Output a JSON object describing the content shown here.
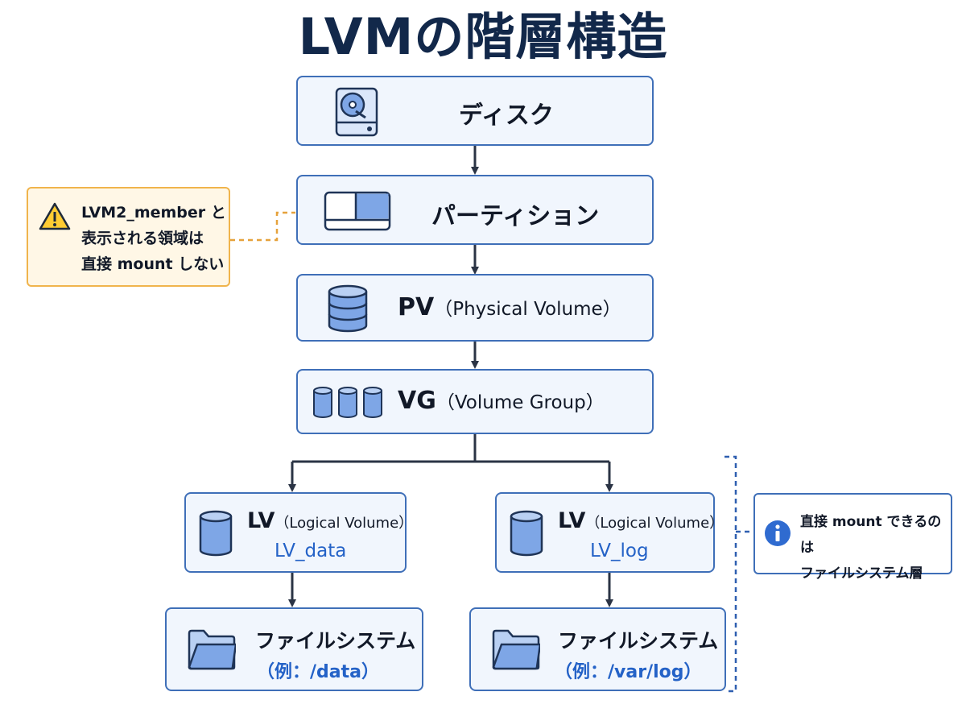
{
  "title": "LVMの階層構造",
  "layers": {
    "disk": {
      "label": "ディスク"
    },
    "partition": {
      "label": "パーティション"
    },
    "pv": {
      "label": "PV",
      "sub": "（Physical Volume）"
    },
    "vg": {
      "label": "VG",
      "sub": "（Volume Group）"
    }
  },
  "lvs": [
    {
      "label": "LV",
      "sub": "（Logical Volume）",
      "name": "LV_data",
      "fs_label": "ファイルシステム",
      "fs_example": "（例：/data）"
    },
    {
      "label": "LV",
      "sub": "（Logical Volume）",
      "name": "LV_log",
      "fs_label": "ファイルシステム",
      "fs_example": "（例：/var/log）"
    }
  ],
  "callouts": {
    "warning": {
      "icon": "warning-icon",
      "lines": [
        "LVM2_member と",
        "表示される領域は",
        "直接 mount しない"
      ]
    },
    "info": {
      "icon": "info-icon",
      "lines": [
        "直接 mount できるのは",
        "ファイルシステム層"
      ]
    }
  },
  "colors": {
    "box_border": "#3f6fb8",
    "box_fill": "#f1f6fd",
    "icon_fill": "#7ea6e6",
    "connector": "#2b3445",
    "warning_border": "#f0b44c",
    "warning_dash": "#e6a23c",
    "info_dash": "#2f5fb0",
    "title": "#12284a",
    "accent_text": "#2462c7"
  }
}
